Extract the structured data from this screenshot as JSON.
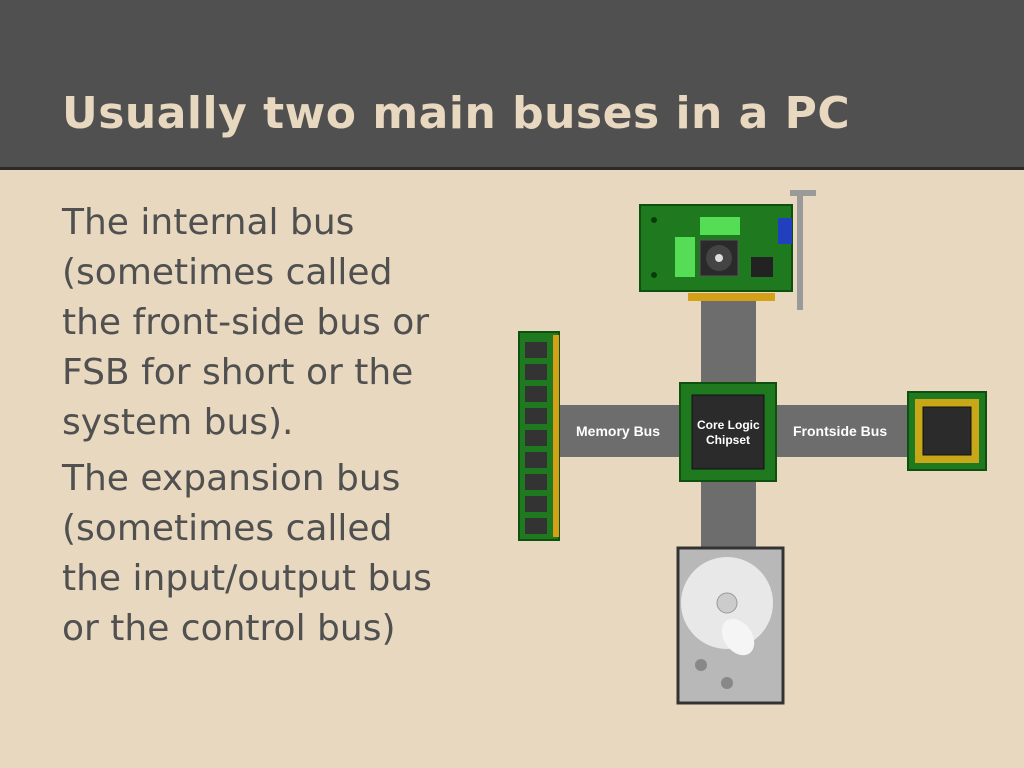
{
  "slide": {
    "title": "Usually two main buses in a PC",
    "bullets": [
      {
        "lines": [
          "The internal bus",
          "(sometimes called",
          "the front-side bus or",
          "FSB for short or the",
          "system bus)."
        ]
      },
      {
        "lines": [
          "The expansion bus",
          "(sometimes called",
          "the input/output bus",
          "or the control bus)"
        ]
      }
    ]
  },
  "diagram": {
    "memory_bus_label": "Memory Bus",
    "frontside_bus_label": "Frontside Bus",
    "chipset_label_line1": "Core Logic",
    "chipset_label_line2": "Chipset"
  },
  "colors": {
    "header_bg": "#505050",
    "slide_bg": "#e8d8bf",
    "title_text": "#e8d8bf",
    "body_text": "#505050",
    "bus_gray": "#6d6d6d",
    "pcb_green": "#1f7a1f"
  }
}
